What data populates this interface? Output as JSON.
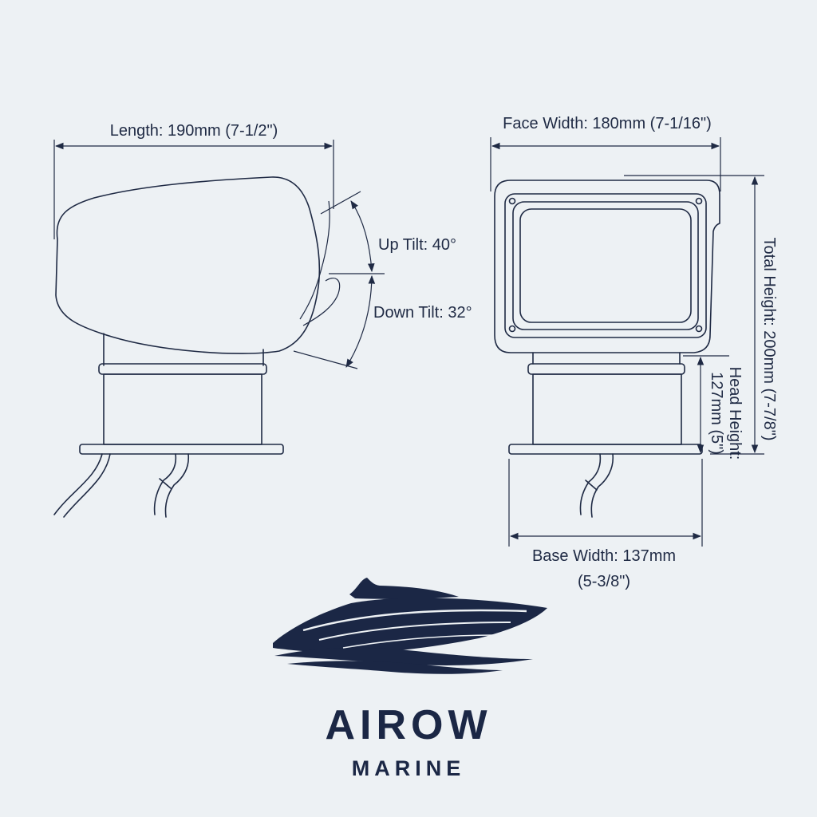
{
  "labels": {
    "length": "Length: 190mm (7-1/2\")",
    "up_tilt": "Up Tilt: 40°",
    "down_tilt": "Down Tilt: 32°",
    "face_width": "Face Width: 180mm (7-1/16\")",
    "total_height": "Total Height: 200mm (7-7/8\")",
    "head_height_line1": "Head Height:",
    "head_height_line2": "127mm (5\")",
    "base_width_line1": "Base Width: 137mm",
    "base_width_line2": "(5-3/8\")"
  },
  "brand": {
    "name": "AIROW",
    "tagline": "MARINE"
  },
  "colors": {
    "ink": "#1f2a44",
    "brand": "#1b2745",
    "background": "#edf1f4"
  }
}
